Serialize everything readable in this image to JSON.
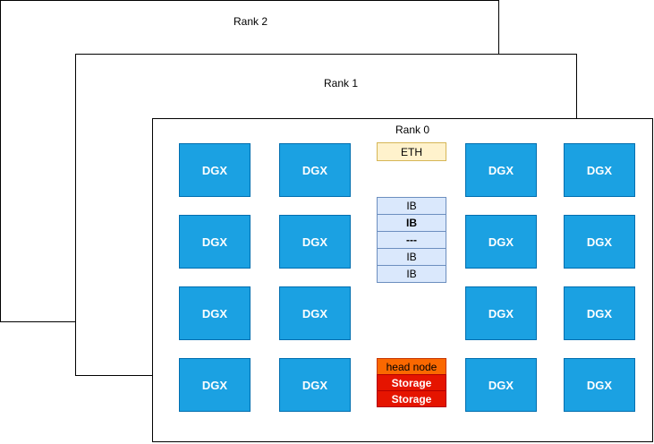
{
  "ranks": [
    {
      "label": "Rank 2"
    },
    {
      "label": "Rank 1"
    },
    {
      "label": "Rank 0"
    }
  ],
  "dgx_label": "DGX",
  "eth_label": "ETH",
  "ib_cells": [
    {
      "label": "IB",
      "bold": false
    },
    {
      "label": "IB",
      "bold": true
    },
    {
      "label": "---",
      "bold": true
    },
    {
      "label": "IB",
      "bold": false
    },
    {
      "label": "IB",
      "bold": false
    }
  ],
  "head_node_label": "head node",
  "storage_labels": [
    "Storage",
    "Storage"
  ],
  "colors": {
    "dgx_fill": "#1ba1e2",
    "dgx_border": "#006eaf",
    "dgx_text": "#ffffff",
    "eth_fill": "#fff2cc",
    "eth_border": "#d6b656",
    "ib_fill": "#dae8fc",
    "ib_border": "#6c8ebf",
    "head_node_fill": "#fa6800",
    "head_node_border": "#c73500",
    "storage_fill": "#e51400",
    "storage_border": "#b20000",
    "storage_text": "#ffffff",
    "rank_fill": "#ffffff",
    "rank_border": "#000000"
  }
}
